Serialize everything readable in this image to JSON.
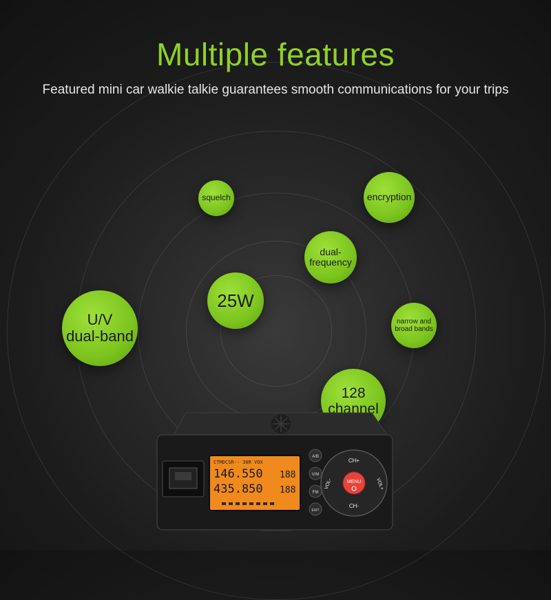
{
  "header": {
    "title": "Multiple features",
    "subtitle": "Featured mini car walkie talkie guarantees smooth communications for your trips"
  },
  "features": {
    "squelch": "squelch",
    "encryption": "encryption",
    "dual_frequency": [
      "dual-",
      "frequency"
    ],
    "power": "25W",
    "uv_dual_band": [
      "U/V",
      "dual-band"
    ],
    "narrow_broad": [
      "narrow and",
      "broad bands"
    ],
    "channels": [
      "128",
      "channel"
    ]
  },
  "radio": {
    "freq_a": "146.550",
    "freq_b": "435.850",
    "ch_a": "188",
    "ch_b": "188",
    "status_line": "CTMDCSR-- 30R VOX",
    "buttons": {
      "ab": "A/B",
      "vm": "V/M",
      "fm": "FM",
      "exit": "EXIT",
      "ch_up": "CH+",
      "ch_down": "CH-",
      "vol_down": "VOL-",
      "vol_up": "VOL+",
      "menu": "MENU"
    }
  },
  "colors": {
    "accent_green": "#8fd12a",
    "lcd_orange": "#f08a1c"
  }
}
